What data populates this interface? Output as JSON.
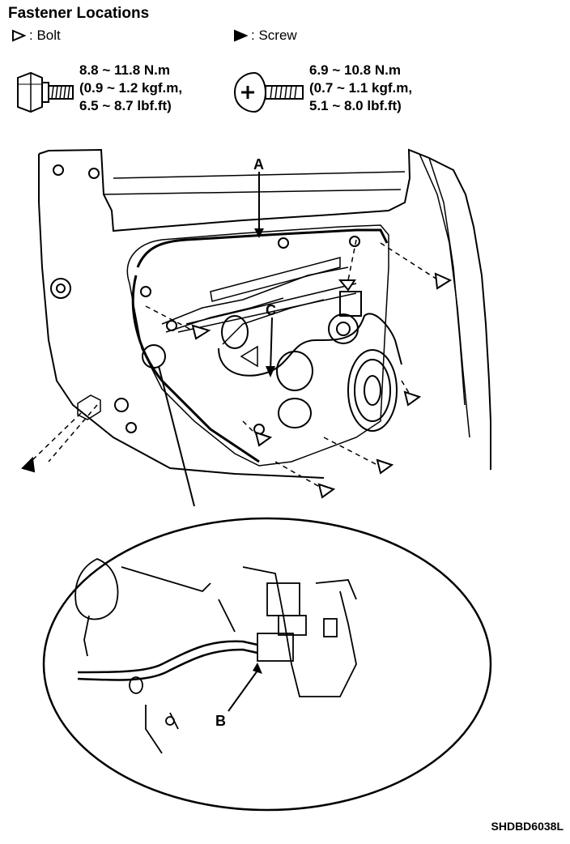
{
  "header": {
    "title": "Fastener Locations"
  },
  "legend": {
    "bolt": {
      "symbol": "▷",
      "label": ": Bolt"
    },
    "screw": {
      "symbol": "▶",
      "label": ": Screw"
    }
  },
  "specs": {
    "bolt": {
      "line1": "8.8 ~ 11.8 N.m",
      "line2": "(0.9 ~ 1.2 kgf.m,",
      "line3": "6.5 ~ 8.7 lbf.ft)"
    },
    "screw": {
      "line1": "6.9 ~ 10.8 N.m",
      "line2": "(0.7 ~ 1.1 kgf.m,",
      "line3": "5.1 ~ 8.0 lbf.ft)"
    }
  },
  "callouts": {
    "a": "A",
    "b": "B",
    "c": "C"
  },
  "footer": {
    "code": "SHDBD6038L"
  }
}
